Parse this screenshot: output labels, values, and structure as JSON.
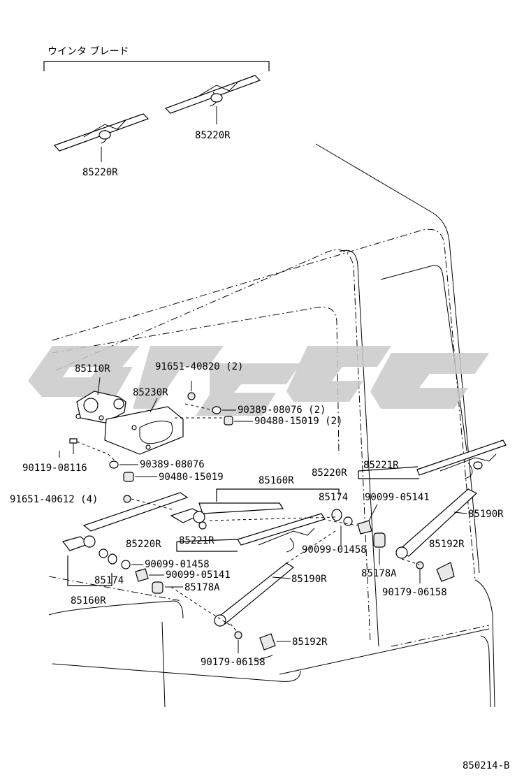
{
  "diagram_code": "850214-B",
  "watermark_text": "GLSC",
  "group_title": "ウインタ ブレード",
  "labels": {
    "blade_left": "85220R",
    "blade_right_top": "85220R",
    "motor": "85110R",
    "bracket": "85230R",
    "screw_2": "91651-40820 (2)",
    "washer_2": "90389-08076 (2)",
    "bushing_2": "90480-15019 (2)",
    "bolt": "90119-08116",
    "washer": "90389-08076",
    "bushing": "90480-15019",
    "screw_4": "91651-40612 (4)",
    "link_top": "85160R",
    "link_bottom": "85160R",
    "blade_right": "85220R",
    "refill_right": "85221R",
    "pivot_top": "85174",
    "pivot_bottom": "85174",
    "cap_top": "90099-05141",
    "arm_right": "85190R",
    "blade_mid": "85220R",
    "refill_mid": "85221R",
    "washer_top": "90099-01458",
    "washer_bottom": "90099-01458",
    "cap_bottom": "90099-05141",
    "cover_right": "85192R",
    "nut_right": "90179-06158",
    "cap_a_top": "85178A",
    "cap_a_bottom": "85178A",
    "arm_mid": "85190R",
    "cover_bottom": "85192R",
    "nut_bottom": "90179-06158"
  }
}
